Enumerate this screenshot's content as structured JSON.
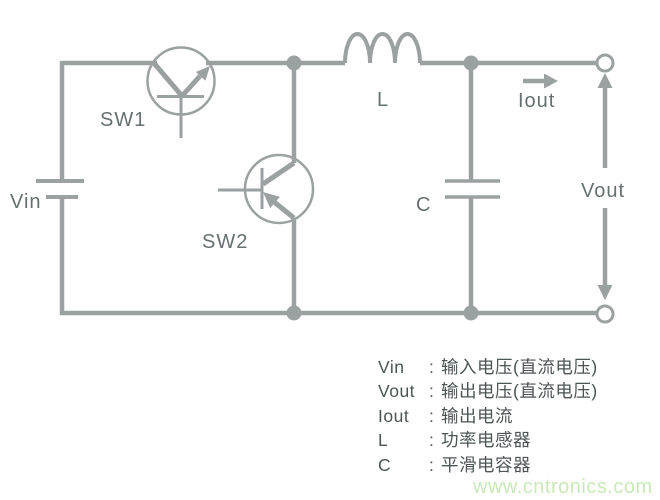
{
  "colors": {
    "wire": "#9ba1a1",
    "circuit_label": "#667070",
    "legend_text": "#4c5454",
    "watermark": "#c9e9b8",
    "background": "#ffffff"
  },
  "circuit": {
    "type": "buck DC/DC converter schematic",
    "labels": {
      "vin": "Vin",
      "sw1": "SW1",
      "sw2": "SW2",
      "inductor": "L",
      "capacitor": "C",
      "iout": "Iout",
      "vout": "Vout"
    }
  },
  "legend": {
    "separator": ":",
    "items": [
      {
        "term": "Vin",
        "desc": "输入电压(直流电压)"
      },
      {
        "term": "Vout",
        "desc": "输出电压(直流电压)"
      },
      {
        "term": "Iout",
        "desc": "输出电流"
      },
      {
        "term": "L",
        "desc": "功率电感器"
      },
      {
        "term": "C",
        "desc": "平滑电容器"
      }
    ]
  },
  "watermark": "www.cntronics.com"
}
